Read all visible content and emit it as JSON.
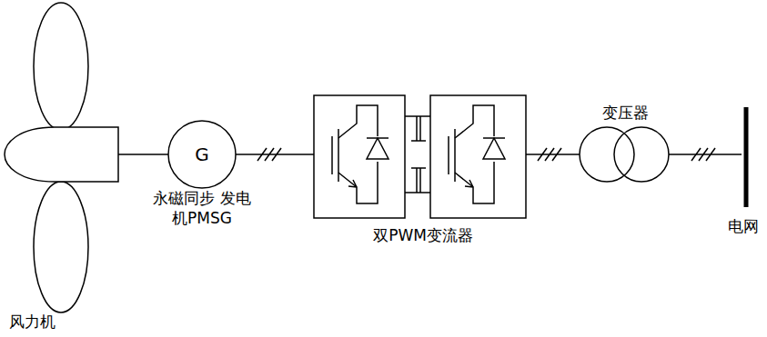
{
  "diagram": {
    "nodes": [
      {
        "text": [
          "风力机"
        ]
      },
      {
        "text": [
          "G",
          "永磁同步 发电机PMSG"
        ]
      },
      {
        "text": [
          "双PWM变流器"
        ]
      },
      {
        "text": [
          "变压器"
        ]
      },
      {
        "text": [
          "电网"
        ]
      }
    ],
    "edges": [
      {
        "from": 0,
        "to": 1,
        "arrow": "none"
      },
      {
        "from": 1,
        "to": 2,
        "arrow": "none"
      },
      {
        "from": 2,
        "to": 3,
        "arrow": "none"
      },
      {
        "from": 3,
        "to": 4,
        "arrow": "none"
      }
    ]
  }
}
